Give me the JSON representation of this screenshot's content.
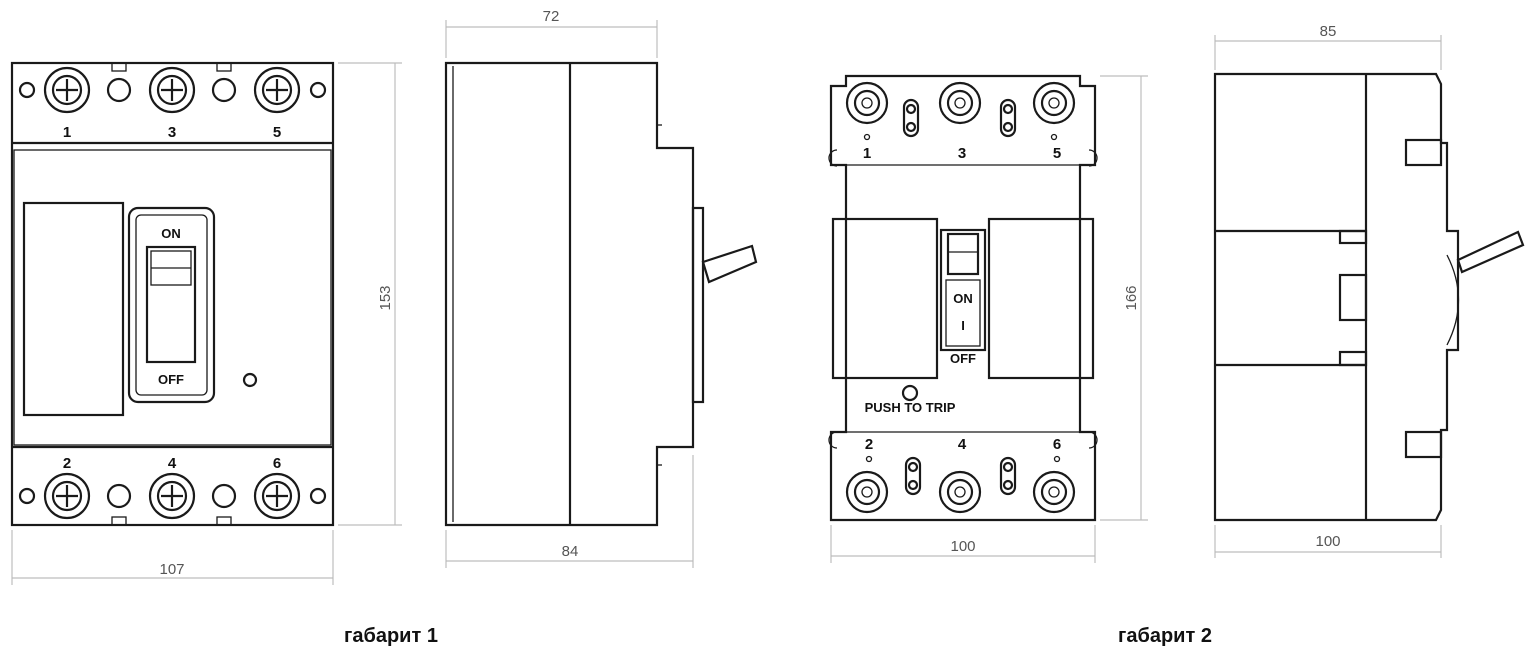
{
  "variant1": {
    "caption": "габарит 1",
    "dim_width": "107",
    "dim_height": "153",
    "dim_side_top": "72",
    "dim_side_bottom": "84",
    "terminals_top": [
      "1",
      "3",
      "5"
    ],
    "terminals_bottom": [
      "2",
      "4",
      "6"
    ],
    "switch_on": "ON",
    "switch_off": "OFF"
  },
  "variant2": {
    "caption": "габарит 2",
    "dim_width": "100",
    "dim_height": "166",
    "dim_side_top": "85",
    "dim_side_bottom": "100",
    "terminals_top": [
      "1",
      "3",
      "5"
    ],
    "terminals_bottom": [
      "2",
      "4",
      "6"
    ],
    "switch_on": "ON",
    "switch_i": "I",
    "switch_off": "OFF",
    "push_to_trip": "PUSH TO TRIP"
  }
}
